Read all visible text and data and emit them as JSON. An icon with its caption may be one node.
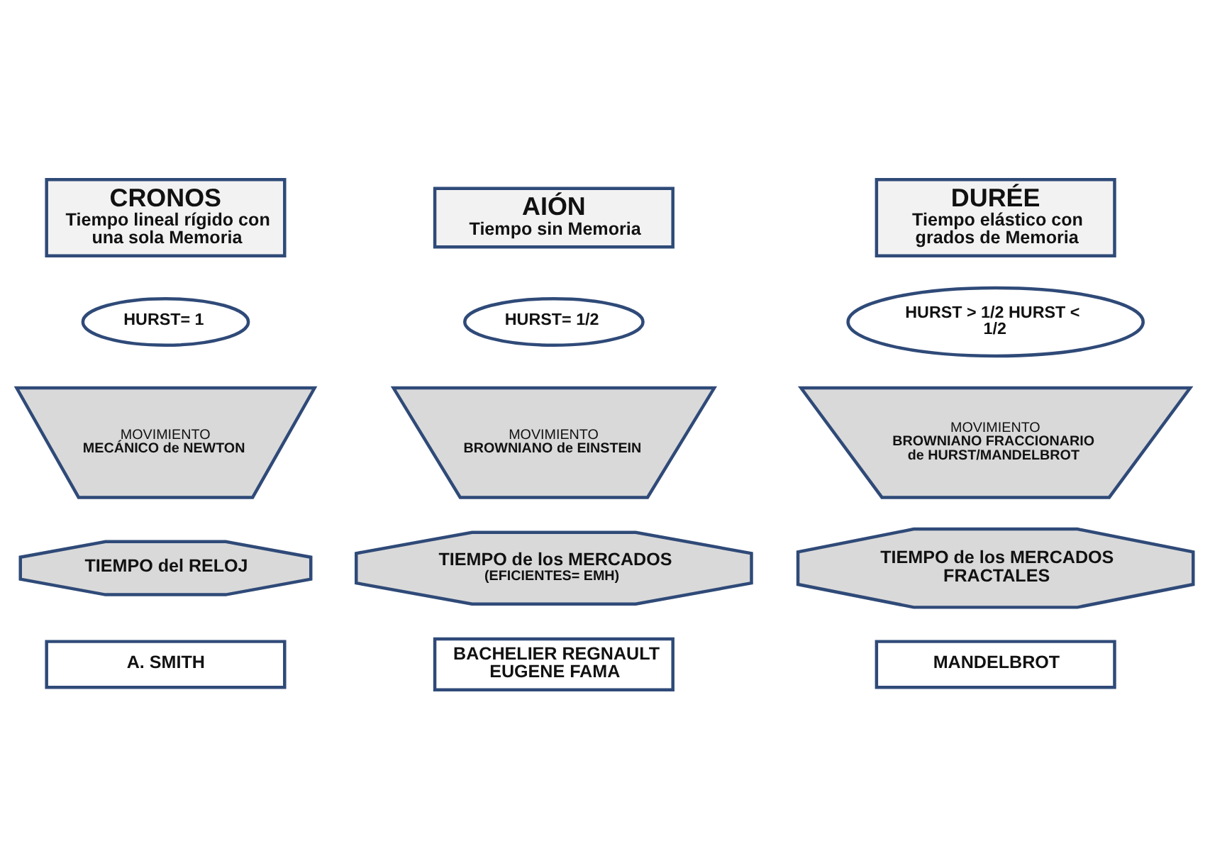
{
  "diagram": {
    "nodes": [
      {
        "text": [
          "CRONOS",
          "Tiempo lineal rígido con una sola Memoria"
        ]
      },
      {
        "text": [
          "AIÓN",
          "Tiempo sin Memoria"
        ]
      },
      {
        "text": [
          "DURÉE",
          "Tiempo elástico con grados de Memoria"
        ]
      },
      {
        "text": [
          "HURST= 1"
        ]
      },
      {
        "text": [
          "HURST= 1/2"
        ]
      },
      {
        "text": [
          "HURST > 1/2 HURST < 1/2"
        ]
      },
      {
        "text": [
          "MOVIMIENTO",
          "MECÁNICO de NEWTON"
        ]
      },
      {
        "text": [
          "MOVIMIENTO",
          "BROWNIANO de EINSTEIN"
        ]
      },
      {
        "text": [
          "MOVIMIENTO",
          "BROWNIANO FRACCIONARIO de HURST/MANDELBROT"
        ]
      },
      {
        "text": [
          "TIEMPO del RELOJ"
        ]
      },
      {
        "text": [
          "TIEMPO de los MERCADOS",
          "(EFICIENTES= EMH)"
        ]
      },
      {
        "text": [
          "TIEMPO de los MERCADOS FRACTALES"
        ]
      },
      {
        "text": [
          "A. SMITH"
        ]
      },
      {
        "text": [
          "BACHELIER REGNAULT EUGENE FAMA"
        ]
      },
      {
        "text": [
          "MANDELBROT"
        ]
      }
    ],
    "edges": []
  }
}
